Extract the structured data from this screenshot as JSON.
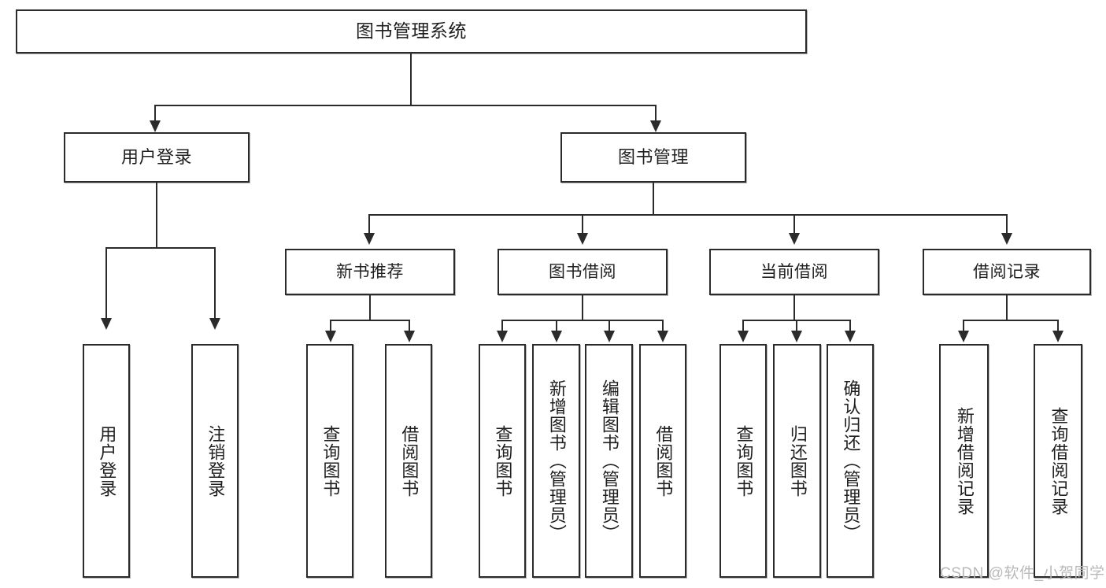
{
  "diagram": {
    "type": "tree",
    "title": "图书管理系统",
    "root": {
      "id": "root",
      "label": "图书管理系统"
    },
    "level2": [
      {
        "id": "user-login",
        "label": "用户登录"
      },
      {
        "id": "book-manage",
        "label": "图书管理"
      }
    ],
    "level3": [
      {
        "id": "new-book-recommend",
        "label": "新书推荐"
      },
      {
        "id": "book-borrow",
        "label": "图书借阅"
      },
      {
        "id": "current-borrow",
        "label": "当前借阅"
      },
      {
        "id": "borrow-record",
        "label": "借阅记录"
      }
    ],
    "leaves": {
      "user_login": [
        {
          "id": "leaf-user-login",
          "label": "用户登录"
        },
        {
          "id": "leaf-logout-login",
          "label": "注销登录"
        }
      ],
      "new_book_recommend": [
        {
          "id": "leaf-query-book-1",
          "label": "查询图书"
        },
        {
          "id": "leaf-borrow-book-1",
          "label": "借阅图书"
        }
      ],
      "book_borrow": [
        {
          "id": "leaf-query-book-2",
          "label": "查询图书"
        },
        {
          "id": "leaf-add-book",
          "label": "新增图书（管理员）"
        },
        {
          "id": "leaf-edit-book",
          "label": "编辑图书（管理员）"
        },
        {
          "id": "leaf-borrow-book-2",
          "label": "借阅图书"
        }
      ],
      "current_borrow": [
        {
          "id": "leaf-query-book-3",
          "label": "查询图书"
        },
        {
          "id": "leaf-return-book",
          "label": "归还图书"
        },
        {
          "id": "leaf-confirm-return",
          "label": "确认归还（管理员）"
        }
      ],
      "borrow_record": [
        {
          "id": "leaf-add-record",
          "label": "新增借阅记录"
        },
        {
          "id": "leaf-query-record",
          "label": "查询借阅记录"
        }
      ]
    }
  },
  "watermark": {
    "text": "CSDN @软件_小贺同学"
  },
  "colors": {
    "stroke": "#2b2b2b",
    "background": "#ffffff",
    "text": "#1f1f1f",
    "watermark": "#b9b9b9"
  }
}
